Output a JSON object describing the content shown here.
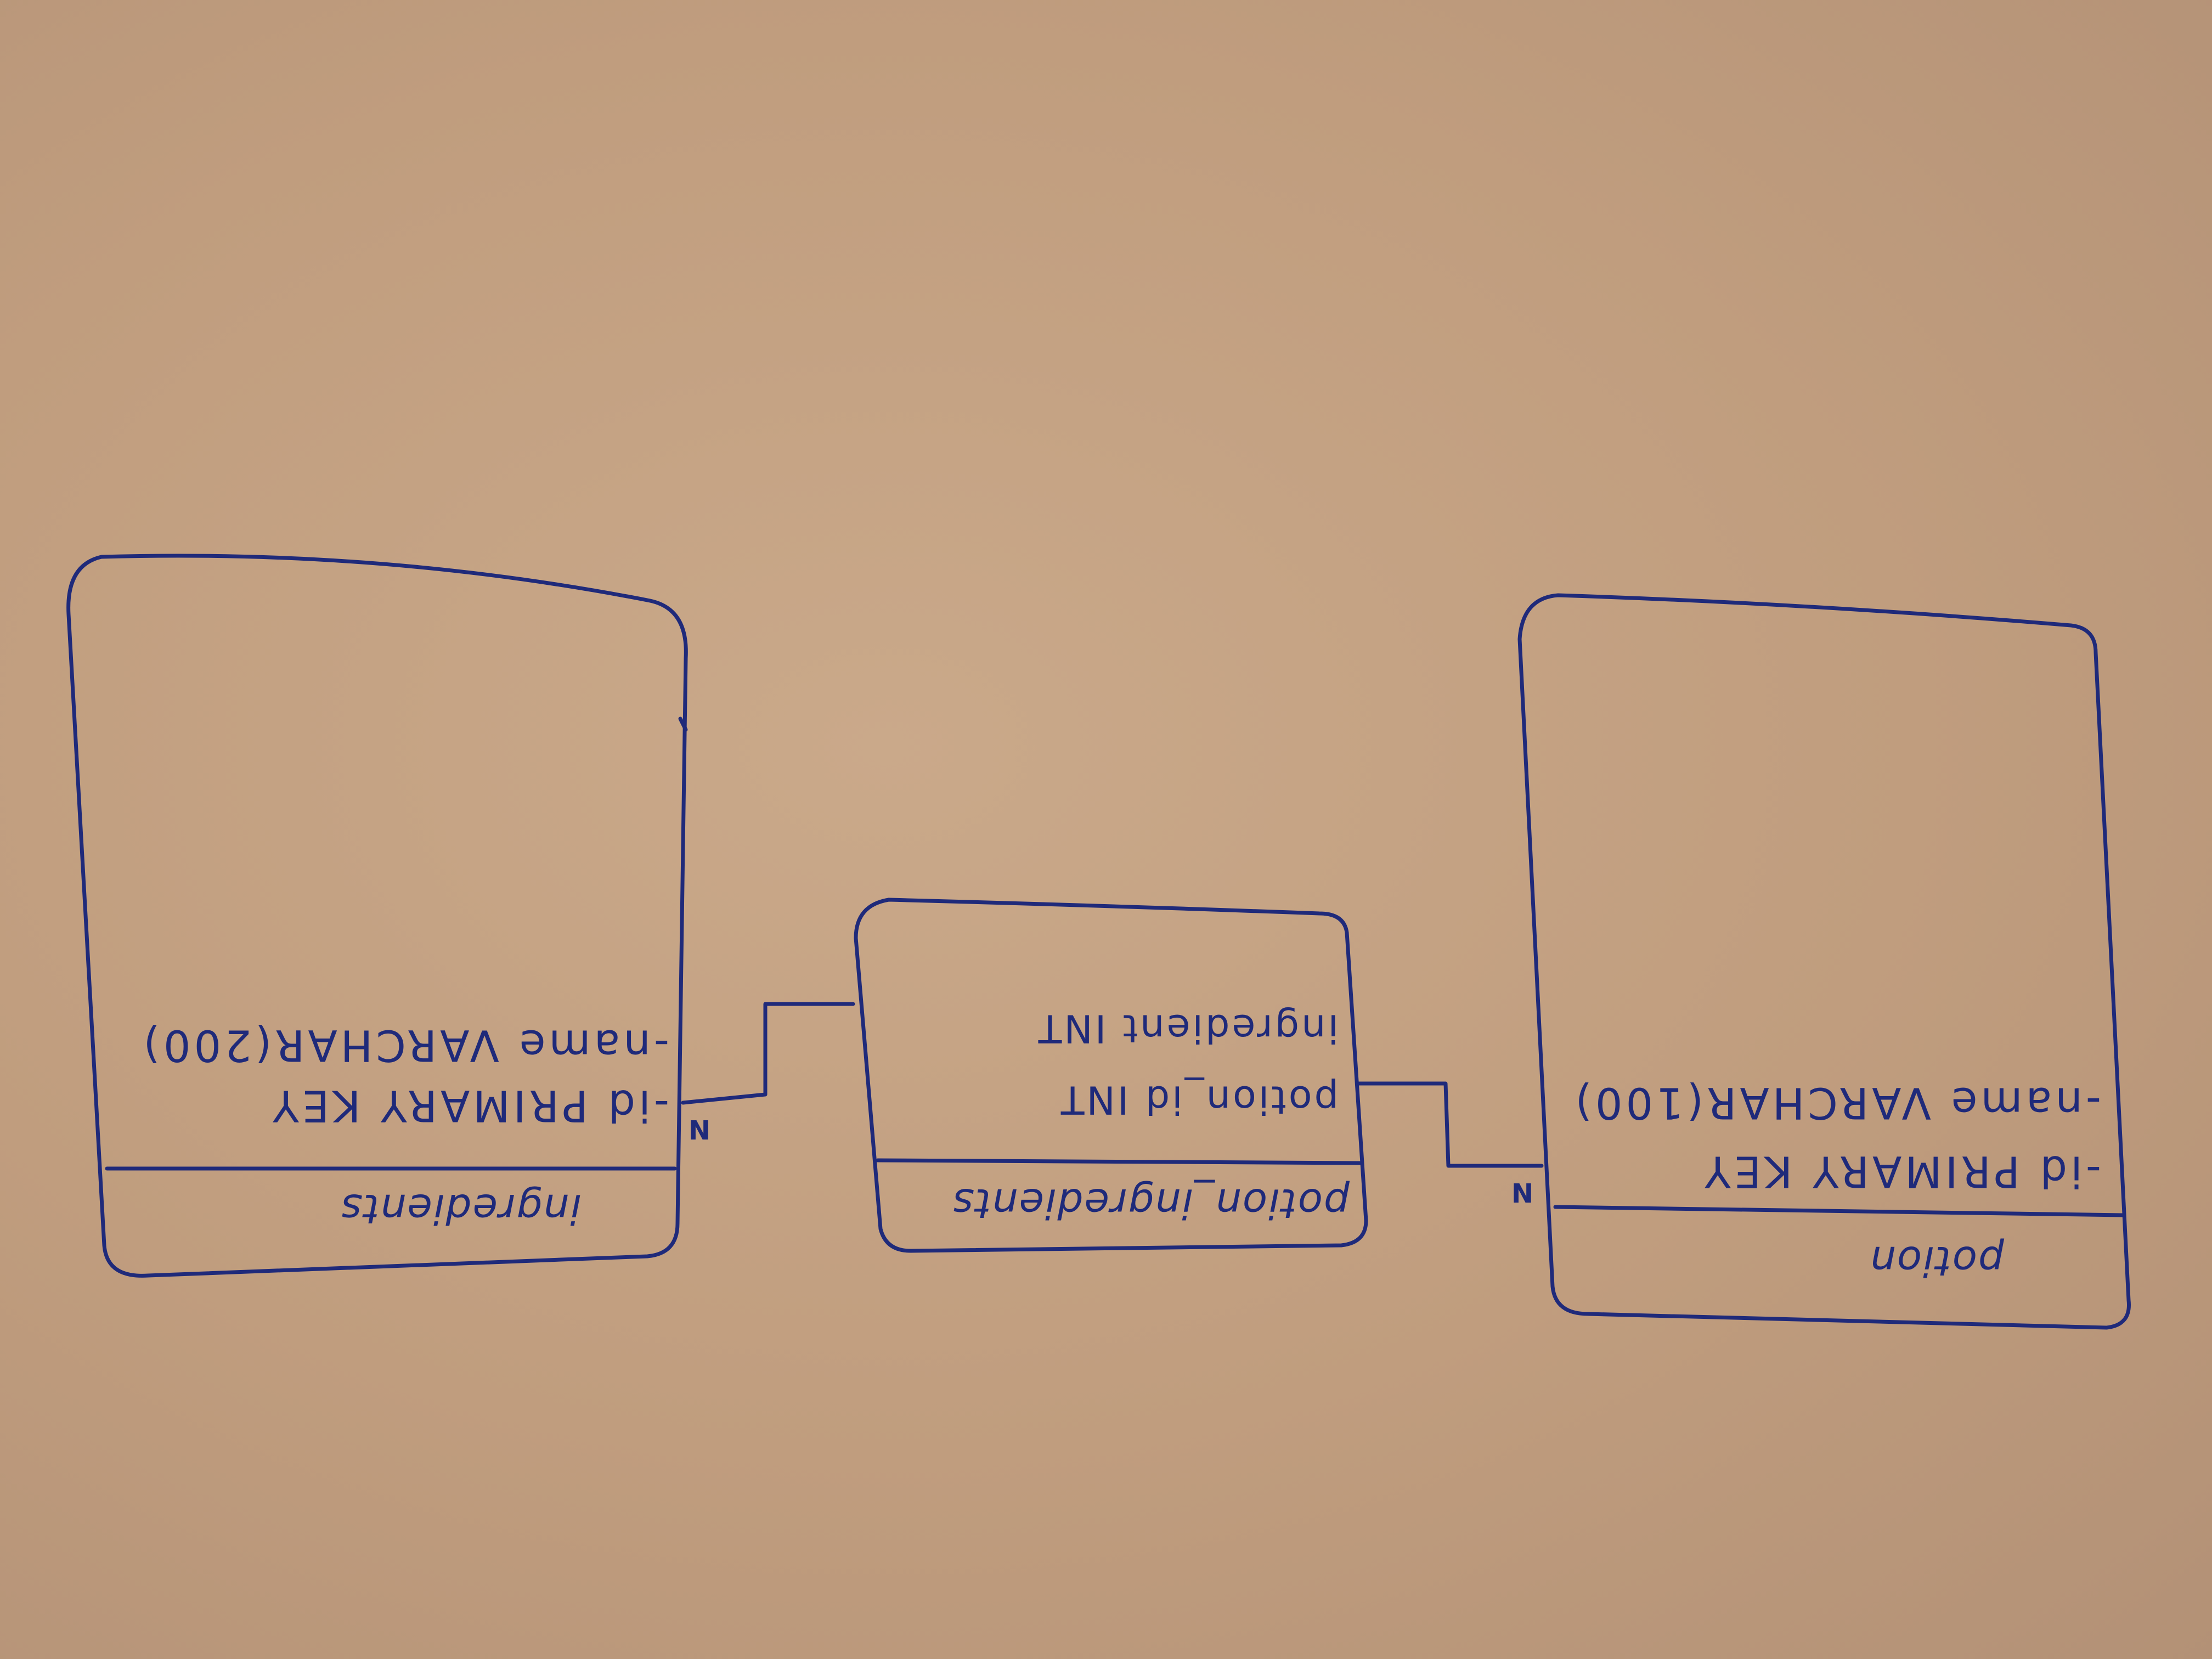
{
  "entities": {
    "ingredients": {
      "title": "ingredients",
      "attr_1": "-id PRIMARY KEY",
      "attr_2": "-name VARCHAR(200)"
    },
    "potion_ingredients": {
      "title": "potion_ingredients",
      "attr_1": "potion_id INT",
      "attr_2": "ingredient INT"
    },
    "potion": {
      "title": "potion",
      "attr_1": "-id PRIMARY KEY",
      "attr_2": "-name VARCHAR(100)"
    }
  },
  "relationships": {
    "left_cardinality": "N",
    "right_cardinality": "N"
  },
  "colors": {
    "ink": "#1f2a7a",
    "paper": "#c4a383"
  }
}
